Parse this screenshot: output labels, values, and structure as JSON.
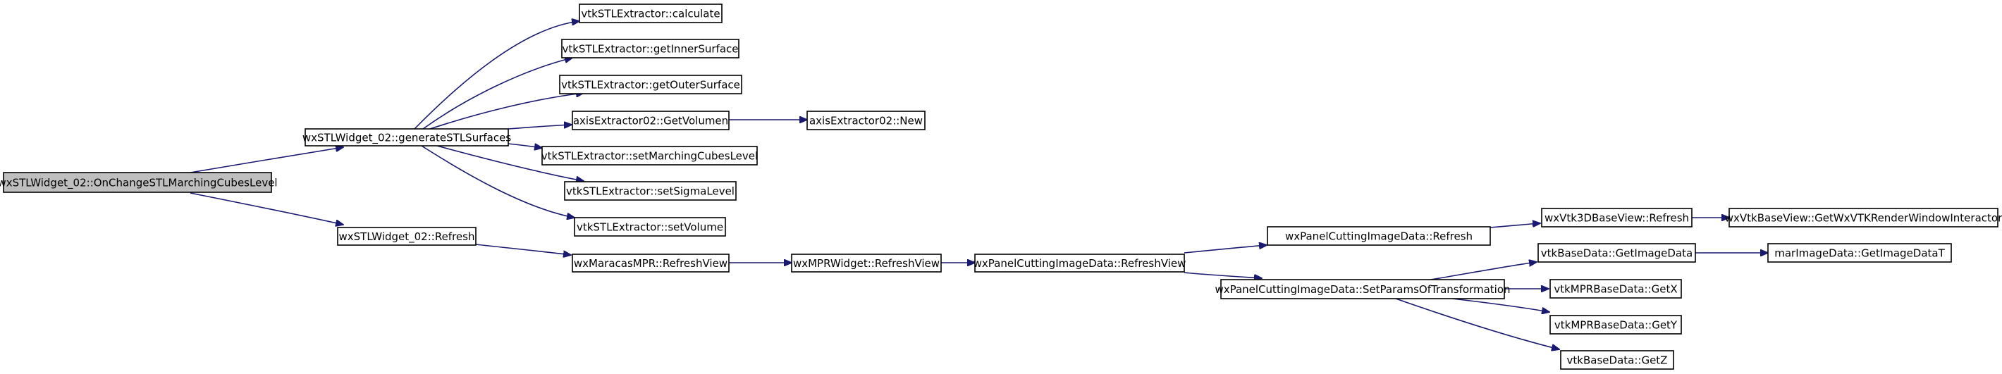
{
  "colors": {
    "edge": "#191970",
    "node_border": "#000000",
    "root_fill": "#bfbfbf",
    "node_fill": "#ffffff"
  },
  "nodes": {
    "root": "wxSTLWidget_02::OnChangeSTLMarchingCubesLevel",
    "generate": "wxSTLWidget_02::generateSTLSurfaces",
    "refresh": "wxSTLWidget_02::Refresh",
    "calculate": "vtkSTLExtractor::calculate",
    "inner": "vtkSTLExtractor::getInnerSurface",
    "outer": "vtkSTLExtractor::getOuterSurface",
    "volumen": "axisExtractor02::GetVolumen",
    "axisnew": "axisExtractor02::New",
    "mcl": "vtkSTLExtractor::setMarchingCubesLevel",
    "sigma": "vtkSTLExtractor::setSigmaLevel",
    "setvol": "vtkSTLExtractor::setVolume",
    "mpr": "wxMaracasMPR::RefreshView",
    "mprw": "wxMPRWidget::RefreshView",
    "pcrv": "wxPanelCuttingImageData::RefreshView",
    "pcr": "wxPanelCuttingImageData::Refresh",
    "spt": "wxPanelCuttingImageData::SetParamsOfTransformation",
    "v3d": "wxVtk3DBaseView::Refresh",
    "getwx": "wxVtkBaseView::GetWxVTKRenderWindowInteractor",
    "gid": "vtkBaseData::GetImageData",
    "gidt": "marImageData::GetImageDataT",
    "gx": "vtkMPRBaseData::GetX",
    "gy": "vtkMPRBaseData::GetY",
    "gz": "vtkBaseData::GetZ"
  }
}
